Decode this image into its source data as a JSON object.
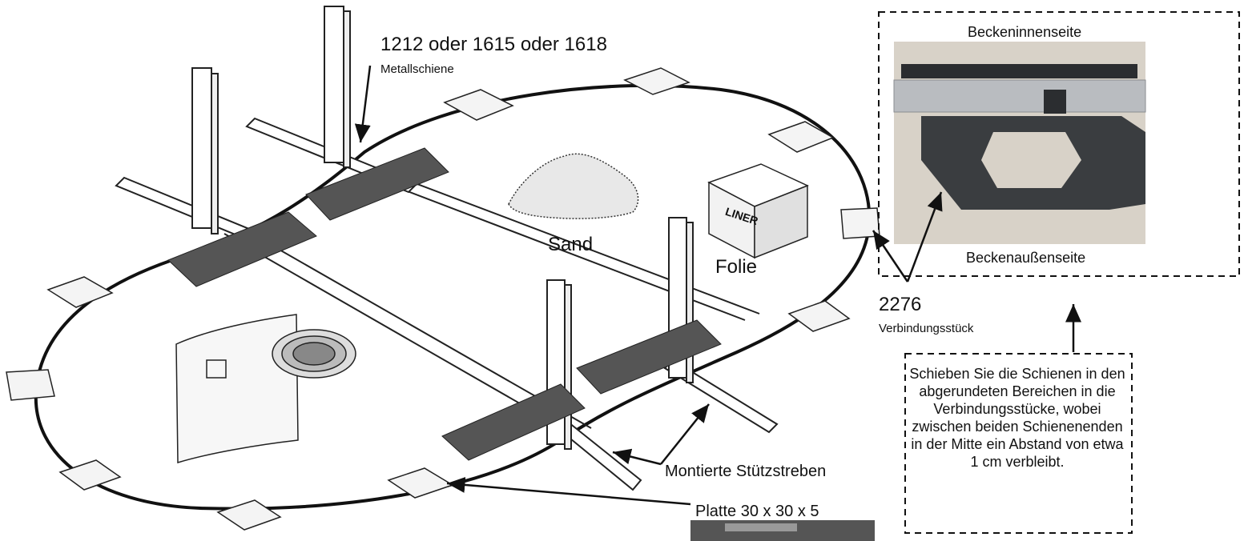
{
  "labels": {
    "rail_codes": "1212 oder 1615 oder 1618",
    "rail_name": "Metallschiene",
    "sand": "Sand",
    "liner_box": "LINER",
    "folie": "Folie",
    "connector_code": "2276",
    "connector_name": "Verbindungsstück",
    "struts": "Montierte Stützstreben",
    "plate": "Platte 30 x 30 x 5"
  },
  "inset": {
    "inner_side": "Beckeninnenseite",
    "outer_side": "Beckenaußenseite"
  },
  "instruction_lines": [
    "Schieben Sie die Schienen in den",
    "abgerundeten Bereichen in die",
    "Verbindungsstücke, wobei",
    "zwischen beiden Schienenenden",
    "in der Mitte ein Abstand von etwa",
    "1 cm verbleibt."
  ],
  "colors": {
    "line": "#111111",
    "plate_fill": "#f4f4f4",
    "rail_silver": "#b9bcc0",
    "connector_dark": "#3a3d40",
    "photo_bg": "#d8d2c8"
  }
}
